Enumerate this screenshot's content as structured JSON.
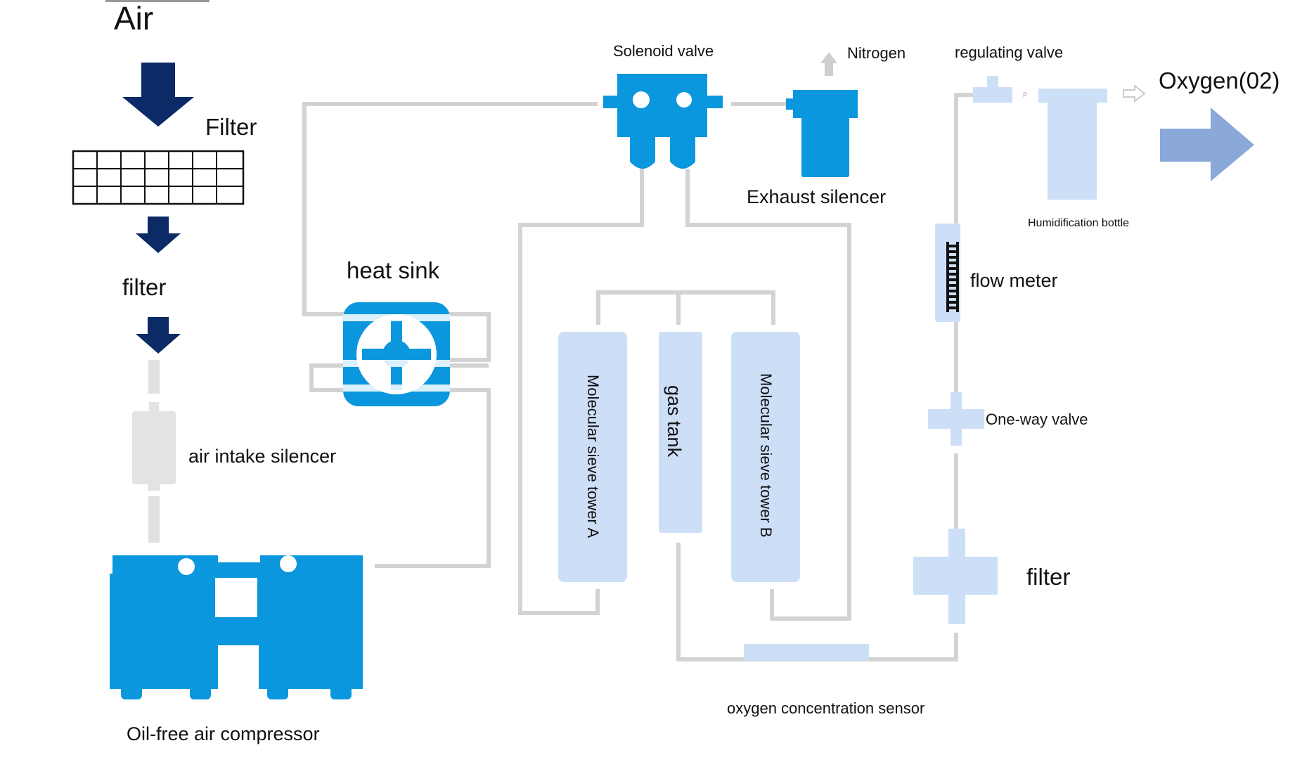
{
  "labels": {
    "air": "Air",
    "filter_top": "Filter",
    "filter_mid": "filter",
    "air_intake_silencer": "air intake silencer",
    "compressor": "Oil-free air compressor",
    "heat_sink": "heat sink",
    "solenoid_valve": "Solenoid valve",
    "nitrogen": "Nitrogen",
    "exhaust_silencer": "Exhaust silencer",
    "regulating_valve": "regulating valve",
    "oxygen": "Oxygen(02)",
    "humidification_bottle": "Humidification bottle",
    "flow_meter": "flow meter",
    "one_way_valve": "One-way valve",
    "filter_right": "filter",
    "tower_a": "Molecular sieve tower A",
    "gas_tank": "gas tank",
    "tower_b": "Molecular sieve tower B",
    "oxygen_sensor": "oxygen concentration sensor",
    "regulating_valve_mark": "P"
  },
  "colors": {
    "component_blue": "#0b97dd",
    "pale_blue": "#cddff7",
    "arrow_navy": "#0b2a66",
    "oxygen_arrow": "#8aa8d8",
    "pipe_gray": "#d3d3d3",
    "silencer_gray": "#e3e3e3"
  }
}
